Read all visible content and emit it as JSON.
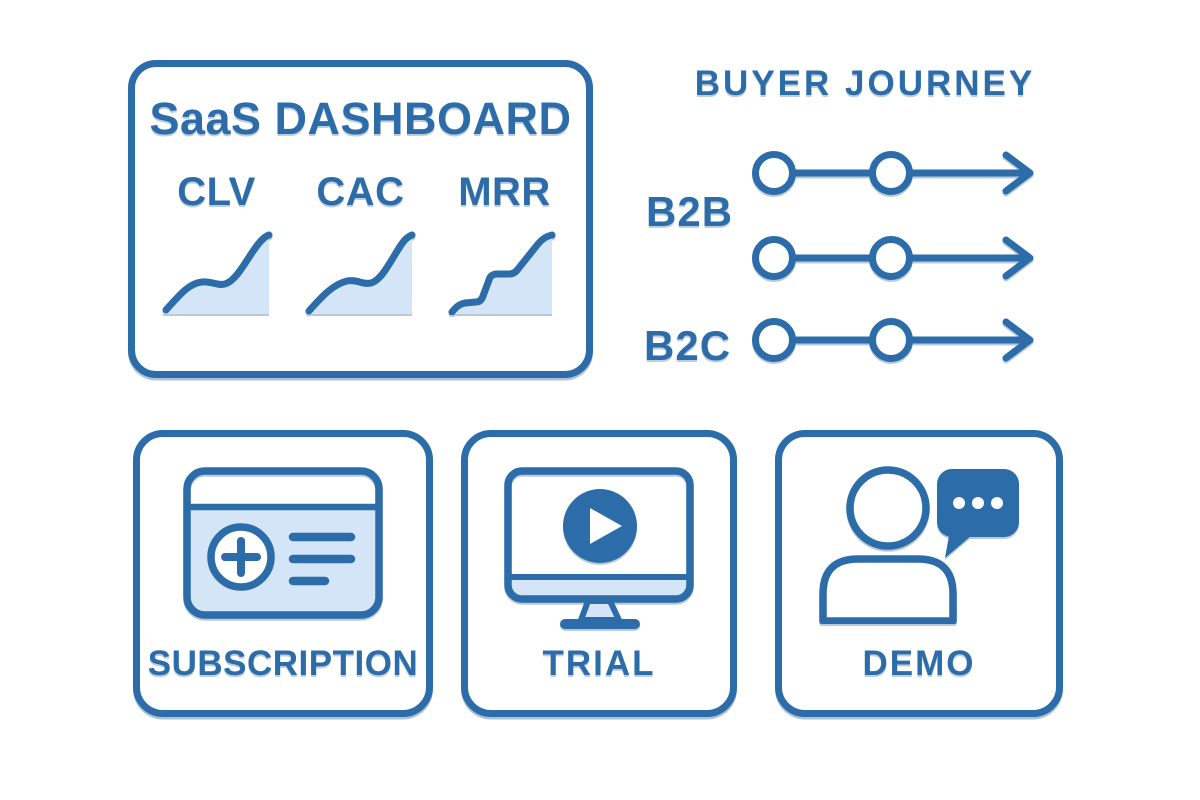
{
  "palette": {
    "ink": "#2b6ca9",
    "ink-dark": "#1d4e87",
    "light-fill": "#d4e5f7",
    "bg": "#ffffff"
  },
  "dashboard": {
    "title": "SaaS DASHBOARD",
    "metrics": [
      {
        "label": "CLV",
        "icon": "area-trend-up-icon"
      },
      {
        "label": "CAC",
        "icon": "area-trend-up-icon"
      },
      {
        "label": "MRR",
        "icon": "step-trend-up-icon"
      }
    ]
  },
  "buyer_journey": {
    "title": "BUYER JOURNEY",
    "segments": [
      {
        "label": "B2B"
      },
      {
        "label": "B2C"
      }
    ],
    "rows": [
      {
        "icon": "timeline-arrow-icon",
        "step_circles": 2
      },
      {
        "icon": "timeline-arrow-icon",
        "step_circles": 2
      },
      {
        "icon": "timeline-arrow-icon",
        "step_circles": 2
      }
    ]
  },
  "cards": [
    {
      "label": "SUBSCRIPTION",
      "icon": "credit-card-plus-icon"
    },
    {
      "label": "TRIAL",
      "icon": "monitor-play-icon"
    },
    {
      "label": "DEMO",
      "icon": "person-chat-icon"
    }
  ]
}
